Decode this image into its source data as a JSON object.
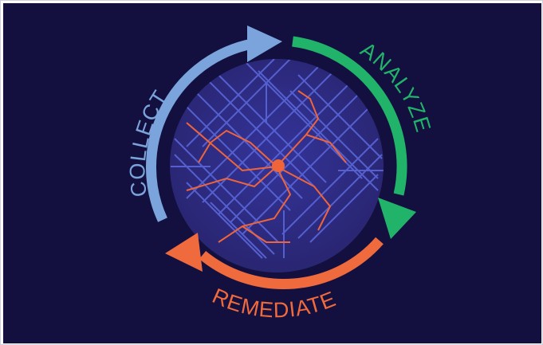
{
  "diagram": {
    "stages": [
      {
        "id": "collect",
        "label": "COLLECT",
        "color": "#7ba4dc"
      },
      {
        "id": "analyze",
        "label": "ANALYZE",
        "color": "#22b36a"
      },
      {
        "id": "remediate",
        "label": "REMEDIATE",
        "color": "#ef6a3c"
      }
    ],
    "colors": {
      "background": "#13103f",
      "center_disc": "#2c2a7c",
      "network_lines_blue": "#5a66d8",
      "network_lines_orange": "#f0643a",
      "hub": "#f0643a"
    },
    "center_icon": "network-lines-illustration"
  }
}
